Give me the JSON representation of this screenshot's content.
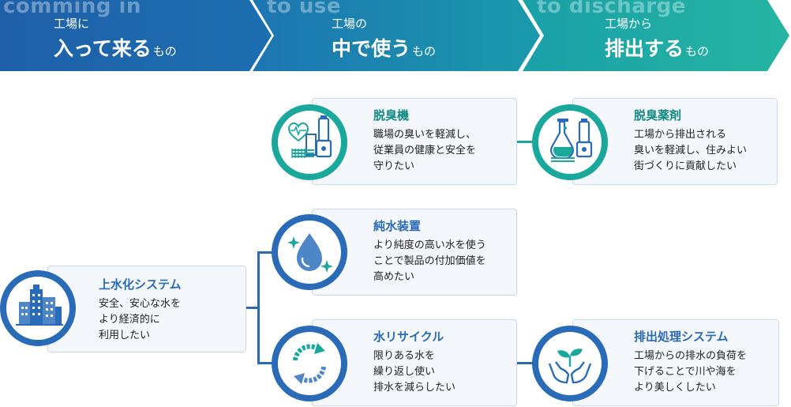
{
  "header": [
    {
      "ghost": "comming in",
      "small": "工場に",
      "big": "入って来る",
      "suffix": "もの"
    },
    {
      "ghost": "to use",
      "small": "工場の",
      "big": "中で使う",
      "suffix": "もの"
    },
    {
      "ghost": "to discharge",
      "small": "工場から",
      "big": "排出する",
      "suffix": "もの"
    }
  ],
  "cards": {
    "deodorizer": {
      "title": "脱臭機",
      "desc": "職場の臭いを軽減し、\n従業員の健康と安全を\n守りたい",
      "icon": "deodorizer-machine-icon"
    },
    "deodorant": {
      "title": "脱臭薬剤",
      "desc": "工場から排出される\n臭いを軽減し、住みよい\n街づくりに貢献したい",
      "icon": "chemical-flask-icon"
    },
    "purewater": {
      "title": "純水装置",
      "desc": "より純度の高い水を使う\nことで製品の付加価値を\n高めたい",
      "icon": "water-drop-icon"
    },
    "waterworks": {
      "title": "上水化システム",
      "desc": "安全、安心な水を\nより経済的に\n利用したい",
      "icon": "city-buildings-icon"
    },
    "recycle": {
      "title": "水リサイクル",
      "desc": "限りある水を\n繰り返し使い\n排水を減らしたい",
      "icon": "recycle-arrows-icon"
    },
    "discharge": {
      "title": "排出処理システム",
      "desc": "工場からの排水の負荷を\n下げることで川や海を\nより美しくしたい",
      "icon": "hands-sprout-icon"
    }
  },
  "colors": {
    "blue": "#2a6bb7",
    "teal": "#1aa79c",
    "teal_title": "#128a82",
    "blue_title": "#2a6bb7",
    "connector_blue": "#2a6bb7",
    "connector_teal": "#1aa79c",
    "header_start": "#1f5fa9",
    "header_mid": "#1b8fae",
    "header_end": "#22b3a3"
  }
}
